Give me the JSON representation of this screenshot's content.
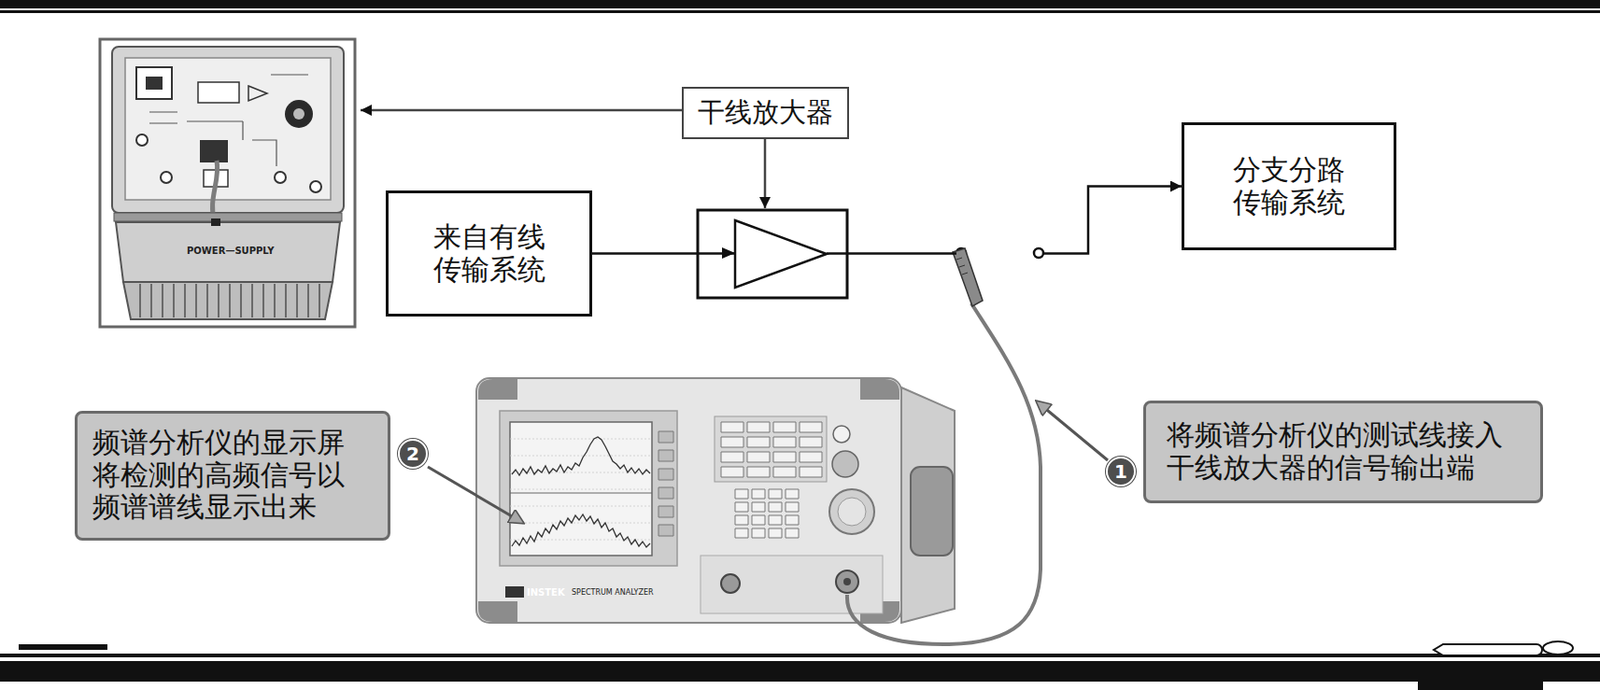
{
  "diagram": {
    "nodes": [
      {
        "text": [
          "干线放大器"
        ]
      },
      {
        "text": [
          "来自有线 传输系统"
        ]
      },
      {
        "text": [
          "分支分路 传输系统"
        ]
      },
      {
        "text": [
          "频谱分析仪的显示屏 将检测的高频信号以 频谱谱线显示出来"
        ]
      },
      {
        "text": [
          "2"
        ]
      },
      {
        "text": [
          "1"
        ]
      },
      {
        "text": [
          "将频谱分析仪的测试线接入 干线放大器的信号输出端"
        ]
      }
    ],
    "edges": [
      {
        "from": 1,
        "to": 2,
        "arrow": "to"
      }
    ],
    "labels": [
      "POWER—SUPPLY",
      "INSTEK",
      "SPECTRUM ANALYZER"
    ]
  }
}
